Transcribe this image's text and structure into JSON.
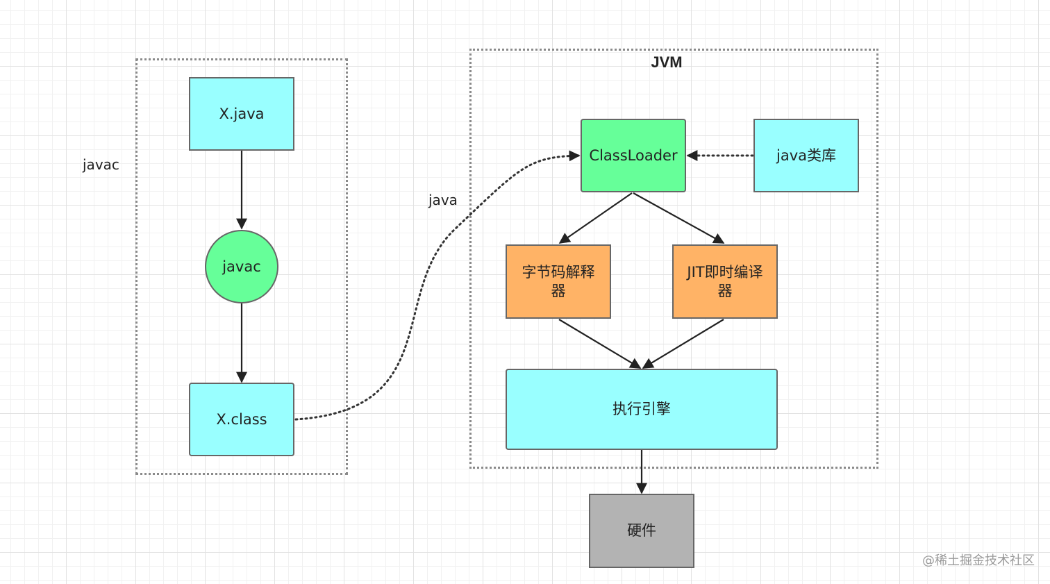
{
  "labels": {
    "javac_side": "javac",
    "java_edge": "java"
  },
  "groups": {
    "jvm_title": "JVM"
  },
  "nodes": {
    "x_java": "X.java",
    "javac": "javac",
    "x_class": "X.class",
    "classloader": "ClassLoader",
    "java_lib": "java类库",
    "bytecode_interpreter": "字节码解释器",
    "jit_compiler": "JIT即时编译器",
    "execution_engine": "执行引擎",
    "hardware": "硬件"
  },
  "watermark": "@稀土掘金技术社区",
  "colors": {
    "cyan_fill": "#99ffff",
    "green_fill": "#66ff99",
    "orange_fill": "#ffb366",
    "gray_fill": "#b3b3b3",
    "border": "#666666",
    "edge": "#333333"
  }
}
